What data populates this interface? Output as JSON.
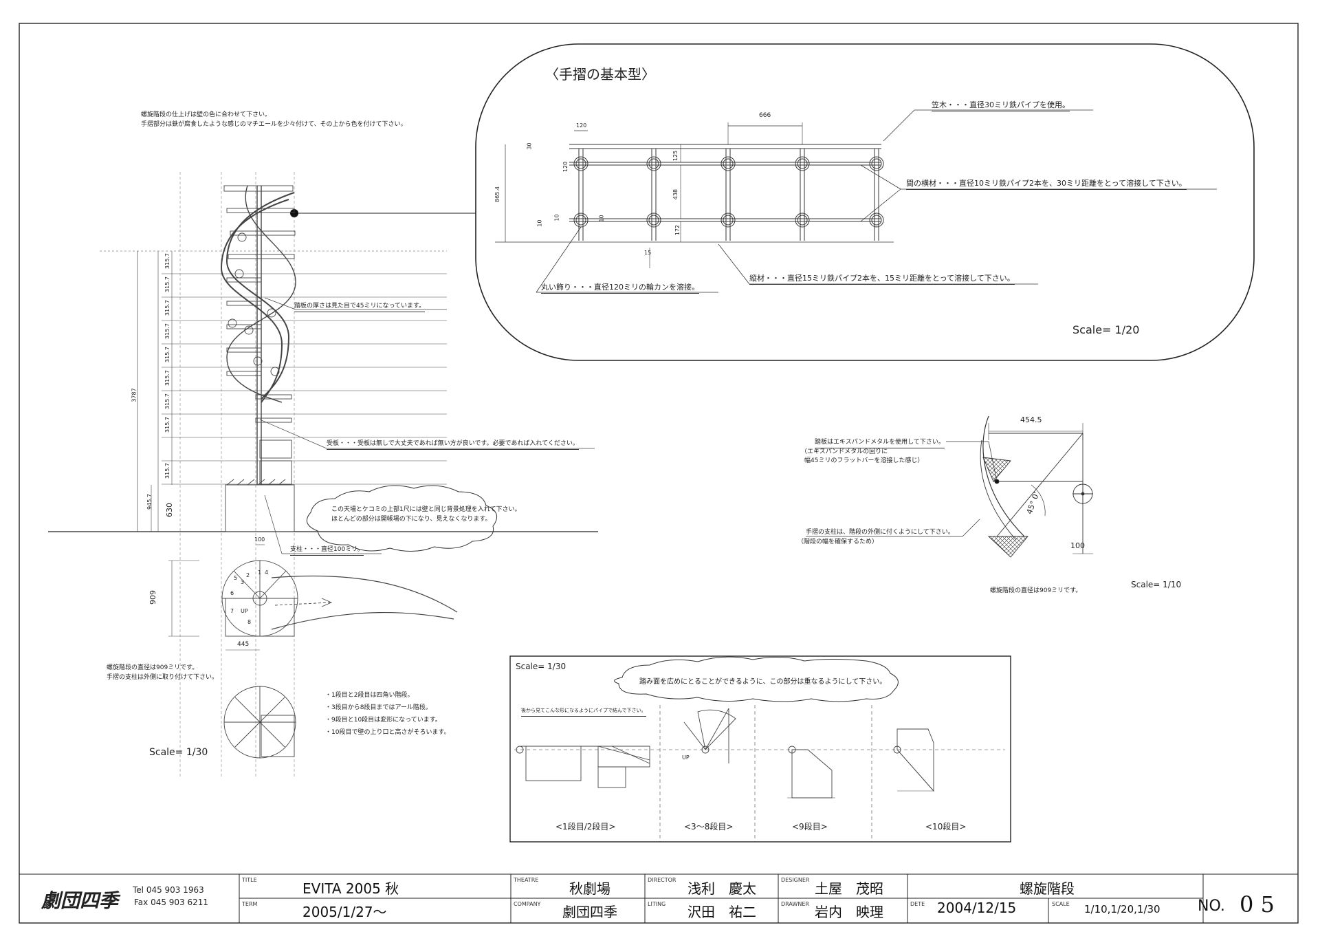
{
  "notes_general": [
    "螺旋階段の仕上げは壁の色に合わせて下さい。",
    "手摺部分は鉄が腐食したような感じのマチエールを少々付けて、その上から色を付けて下さい。"
  ],
  "handrail_section": {
    "title": "〈手摺の基本型〉",
    "notes": {
      "kasagi": "笠木・・・直径30ミリ鉄パイプを使用。",
      "yokozai": "間の横材・・・直径10ミリ鉄パイプ2本を、30ミリ距離をとって溶接して下さい。",
      "tatezai": "縦材・・・直径15ミリ鉄パイプ2本を、15ミリ距離をとって溶接して下さい。",
      "marukazari": "丸い飾り・・・直径120ミリの輪カンを溶接。"
    },
    "dims": [
      "666",
      "120",
      "30",
      "120",
      "125",
      "438",
      "865.4",
      "10",
      "10",
      "172",
      "15",
      "10"
    ],
    "scale": "Scale= 1/20"
  },
  "elevation_notes": {
    "fumiita": "踏板の厚さは見た目で45ミリになっています。",
    "ukeita": "受板・・・受板は無しで大丈夫であれば無い方が良いです。必要であれば入れてください。",
    "cloud": [
      "この天場とケコミの上部1尺には壁と同じ背景処理を入れて下さい。",
      "ほとんどの部分は開帳場の下になり、見えなくなります。"
    ],
    "shichu": "支柱・・・直径100ミリ。",
    "riser_dims": [
      "315.7",
      "315.7",
      "315.7",
      "315.7",
      "315.7",
      "315.7",
      "315.7",
      "315.7",
      "315.7"
    ],
    "total_height": "3787",
    "base_dims": [
      "945.7",
      "630"
    ]
  },
  "plan_notes": {
    "dims": [
      "100",
      "909",
      "445"
    ],
    "step_numbers": [
      "1",
      "2",
      "3",
      "4",
      "5",
      "6",
      "7",
      "8"
    ],
    "up_label": "UP",
    "diameter_notes": [
      "螺旋階段の直径は909ミリです。",
      "手摺の支柱は外側に取り付けて下さい。"
    ],
    "step_notes": [
      "・1段目と2段目は四角い階段。",
      "・3段目から8段目まではアール階段。",
      "・9段目と10段目は変形になっています。",
      "・10段目で壁の上り口と高さがそろいます。"
    ],
    "scale": "Scale= 1/30"
  },
  "detail_right": {
    "dim_top": "454.5",
    "dim_small": "100",
    "angle": "45° 0'",
    "note1": [
      "踏板はエキスパンドメタルを使用して下さい。",
      "（エキスパンドメタルの回りに",
      "幅45ミリのフラットバーを溶接した感じ）"
    ],
    "note2": [
      "手摺の支柱は、階段の外側に付くようにして下さい。",
      "（階段の幅を確保するため）"
    ],
    "note3": "螺旋階段の直径は909ミリです。",
    "scale": "Scale= 1/10"
  },
  "steps_box": {
    "scale": "Scale= 1/30",
    "cloud": "踏み面を広めにとることができるように、この部分は重なるようにして下さい。",
    "sub_note": "後から見てこんな形になるようにパイプで結んで下さい。",
    "labels": [
      "<1段目/2段目>",
      "<3〜8段目>",
      "<9段目>",
      "<10段目>"
    ],
    "up_label": "UP"
  },
  "title_block": {
    "company_logo": "劇団四季",
    "tel": "Tel 045 903 1963",
    "fax": "Fax 045 903 6211",
    "fields": {
      "title_label": "TITLE",
      "title": "EVITA 2005 秋",
      "term_label": "TERM",
      "term": "2005/1/27〜",
      "theatre_label": "THEATRE",
      "theatre": "秋劇場",
      "company_label": "COMPANY",
      "company": "劇団四季",
      "director_label": "DIRECTOR",
      "director": "浅利　慶太",
      "liting_label": "LITING",
      "liting": "沢田　祐二",
      "designer_label": "DESIGNER",
      "designer": "土屋　茂昭",
      "drawner_label": "DRAWNER",
      "drawner": "岩内　映理",
      "drawing_title": "螺旋階段",
      "date_label": "DETE",
      "date": "2004/12/15",
      "scale_label": "SCALE",
      "scale": "1/10,1/20,1/30",
      "no_label": "NO.",
      "no": "0 5"
    }
  }
}
